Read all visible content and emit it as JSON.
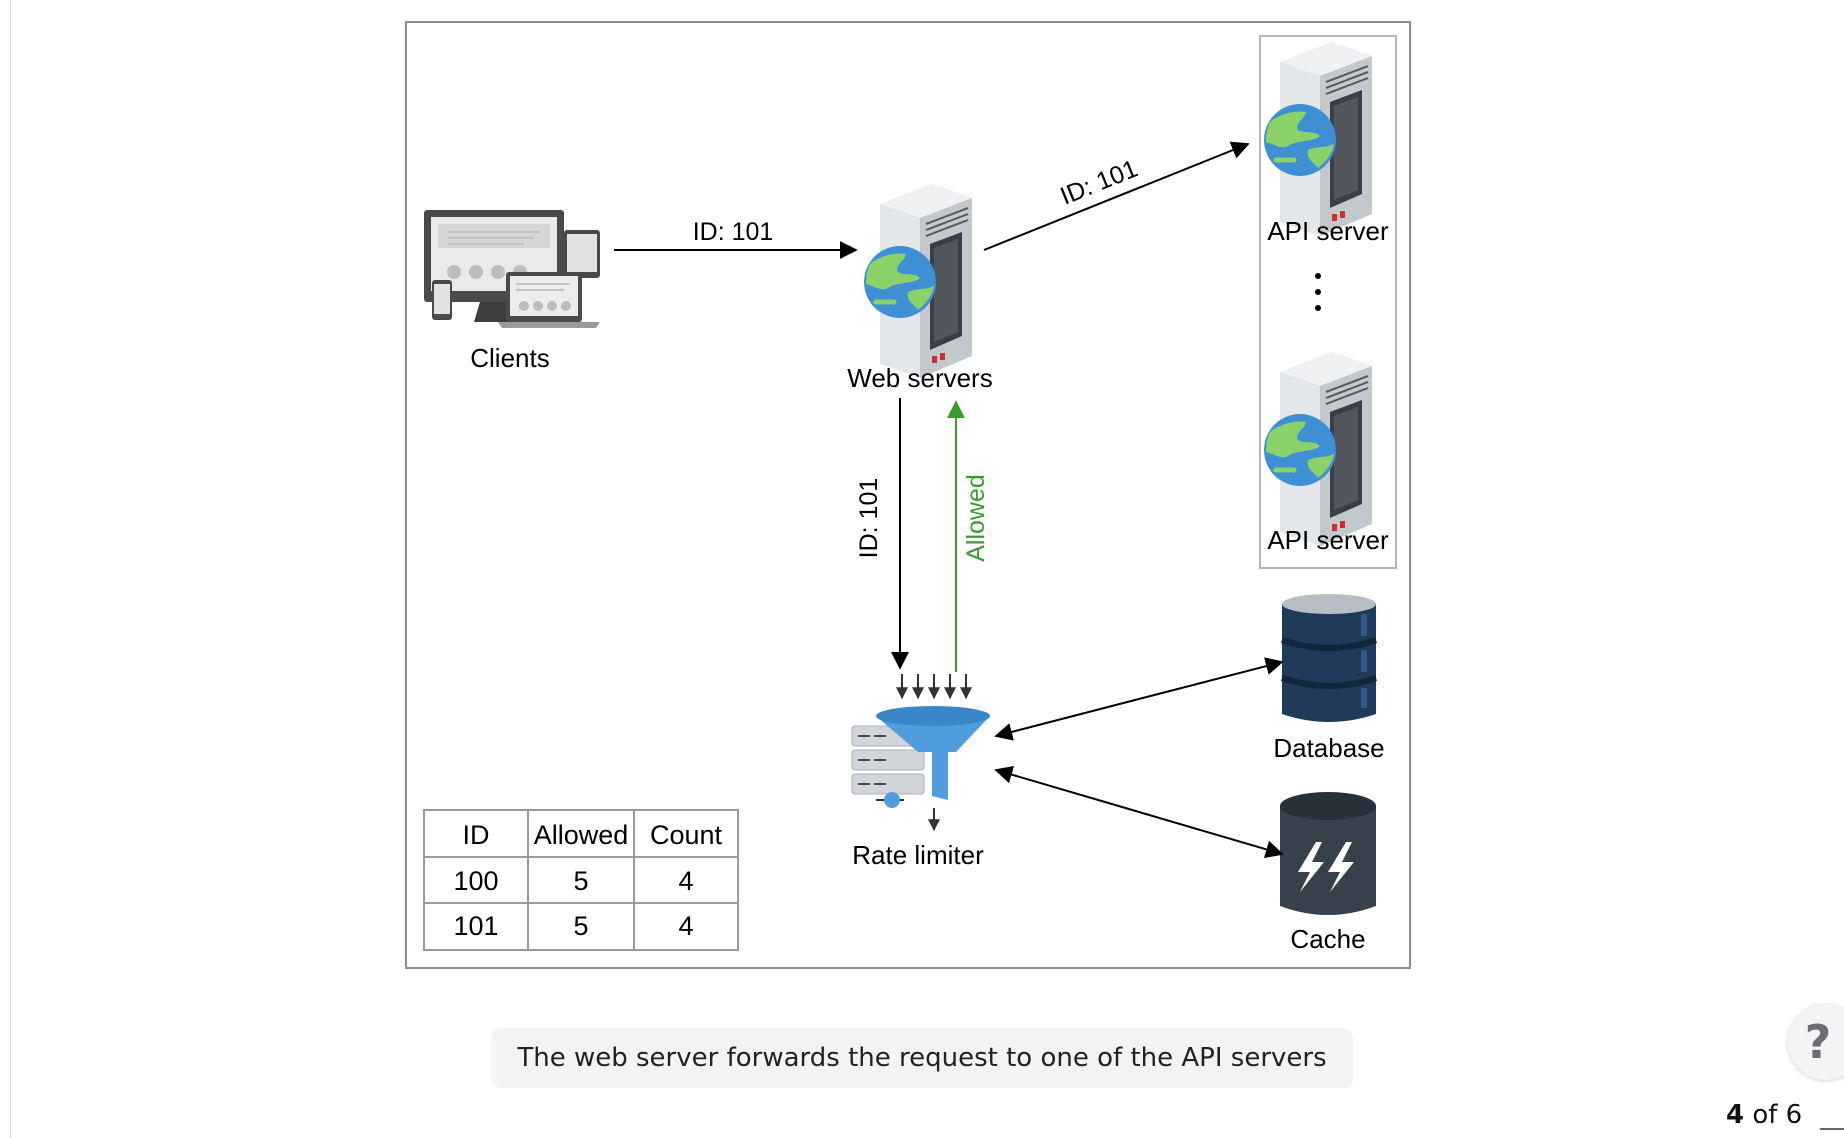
{
  "diagram": {
    "nodes": {
      "clients": "Clients",
      "web_servers": "Web servers",
      "api_server_1": "API server",
      "api_server_2": "API server",
      "rate_limiter": "Rate limiter",
      "database": "Database",
      "cache": "Cache"
    },
    "edges": {
      "clients_to_web": "ID: 101",
      "web_to_api": "ID: 101",
      "web_to_limiter": "ID: 101",
      "limiter_to_web": "Allowed"
    },
    "table": {
      "headers": [
        "ID",
        "Allowed",
        "Count"
      ],
      "rows": [
        [
          "100",
          "5",
          "4"
        ],
        [
          "101",
          "5",
          "4"
        ]
      ]
    },
    "colors": {
      "allowed_arrow": "#3a9a2e",
      "funnel": "#4f9ddc",
      "database": "#1f3a5a",
      "cache": "#37414b"
    }
  },
  "caption": "The web server forwards the request to one of the API servers",
  "pager": {
    "current": "4",
    "of": "of 6"
  },
  "help": {
    "icon": "question-icon",
    "label": "?"
  }
}
